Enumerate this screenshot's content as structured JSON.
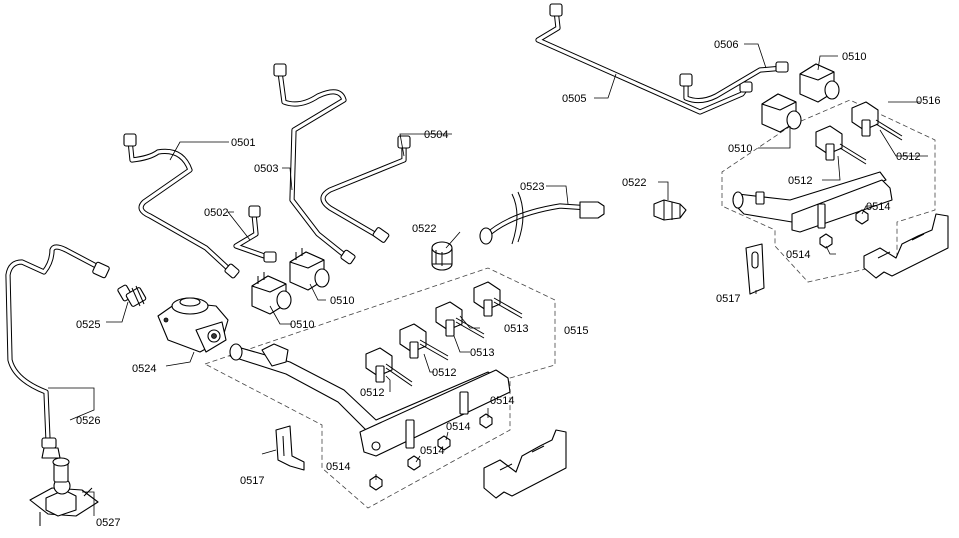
{
  "labels": {
    "p0501": "0501",
    "p0502": "0502",
    "p0503": "0503",
    "p0504": "0504",
    "p0505": "0505",
    "p0506": "0506",
    "p0510a": "0510",
    "p0510b": "0510",
    "p0510c": "0510",
    "p0510d": "0510",
    "p0512a": "0512",
    "p0512b": "0512",
    "p0512c": "0512",
    "p0512d": "0512",
    "p0513a": "0513",
    "p0513b": "0513",
    "p0514a": "0514",
    "p0514b": "0514",
    "p0514c": "0514",
    "p0514d": "0514",
    "p0514e": "0514",
    "p0514f": "0514",
    "p0515": "0515",
    "p0516": "0516",
    "p0517a": "0517",
    "p0517b": "0517",
    "p0522a": "0522",
    "p0522b": "0522",
    "p0523": "0523",
    "p0524": "0524",
    "p0525": "0525",
    "p0526": "0526",
    "p0527": "0527"
  }
}
